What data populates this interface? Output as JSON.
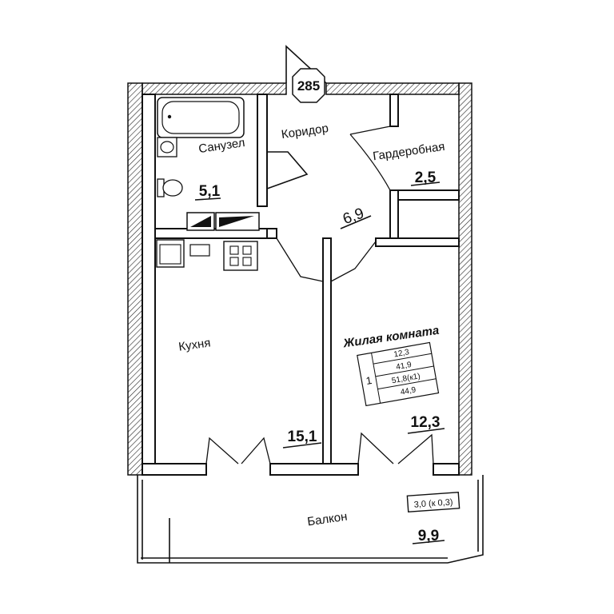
{
  "unit_number": "285",
  "rooms": {
    "bathroom": {
      "name": "Санузел",
      "area": "5,1"
    },
    "corridor": {
      "name": "Коридор",
      "area": "6,9"
    },
    "wardrobe": {
      "name": "Гардеробная",
      "area": "2,5"
    },
    "kitchen": {
      "name": "Кухня",
      "area": "15,1"
    },
    "living": {
      "name": "Жилая комната",
      "area": "12,3"
    },
    "balcony": {
      "name": "Балкон",
      "area": "9,9",
      "coefficient": "3,0 (к 0,3)"
    }
  },
  "summary": {
    "rooms_count": "1",
    "living_area": "12,3",
    "total_area": "41,9",
    "total_with_balcony": "51,8(к1)",
    "total_reduced": "44,9"
  }
}
